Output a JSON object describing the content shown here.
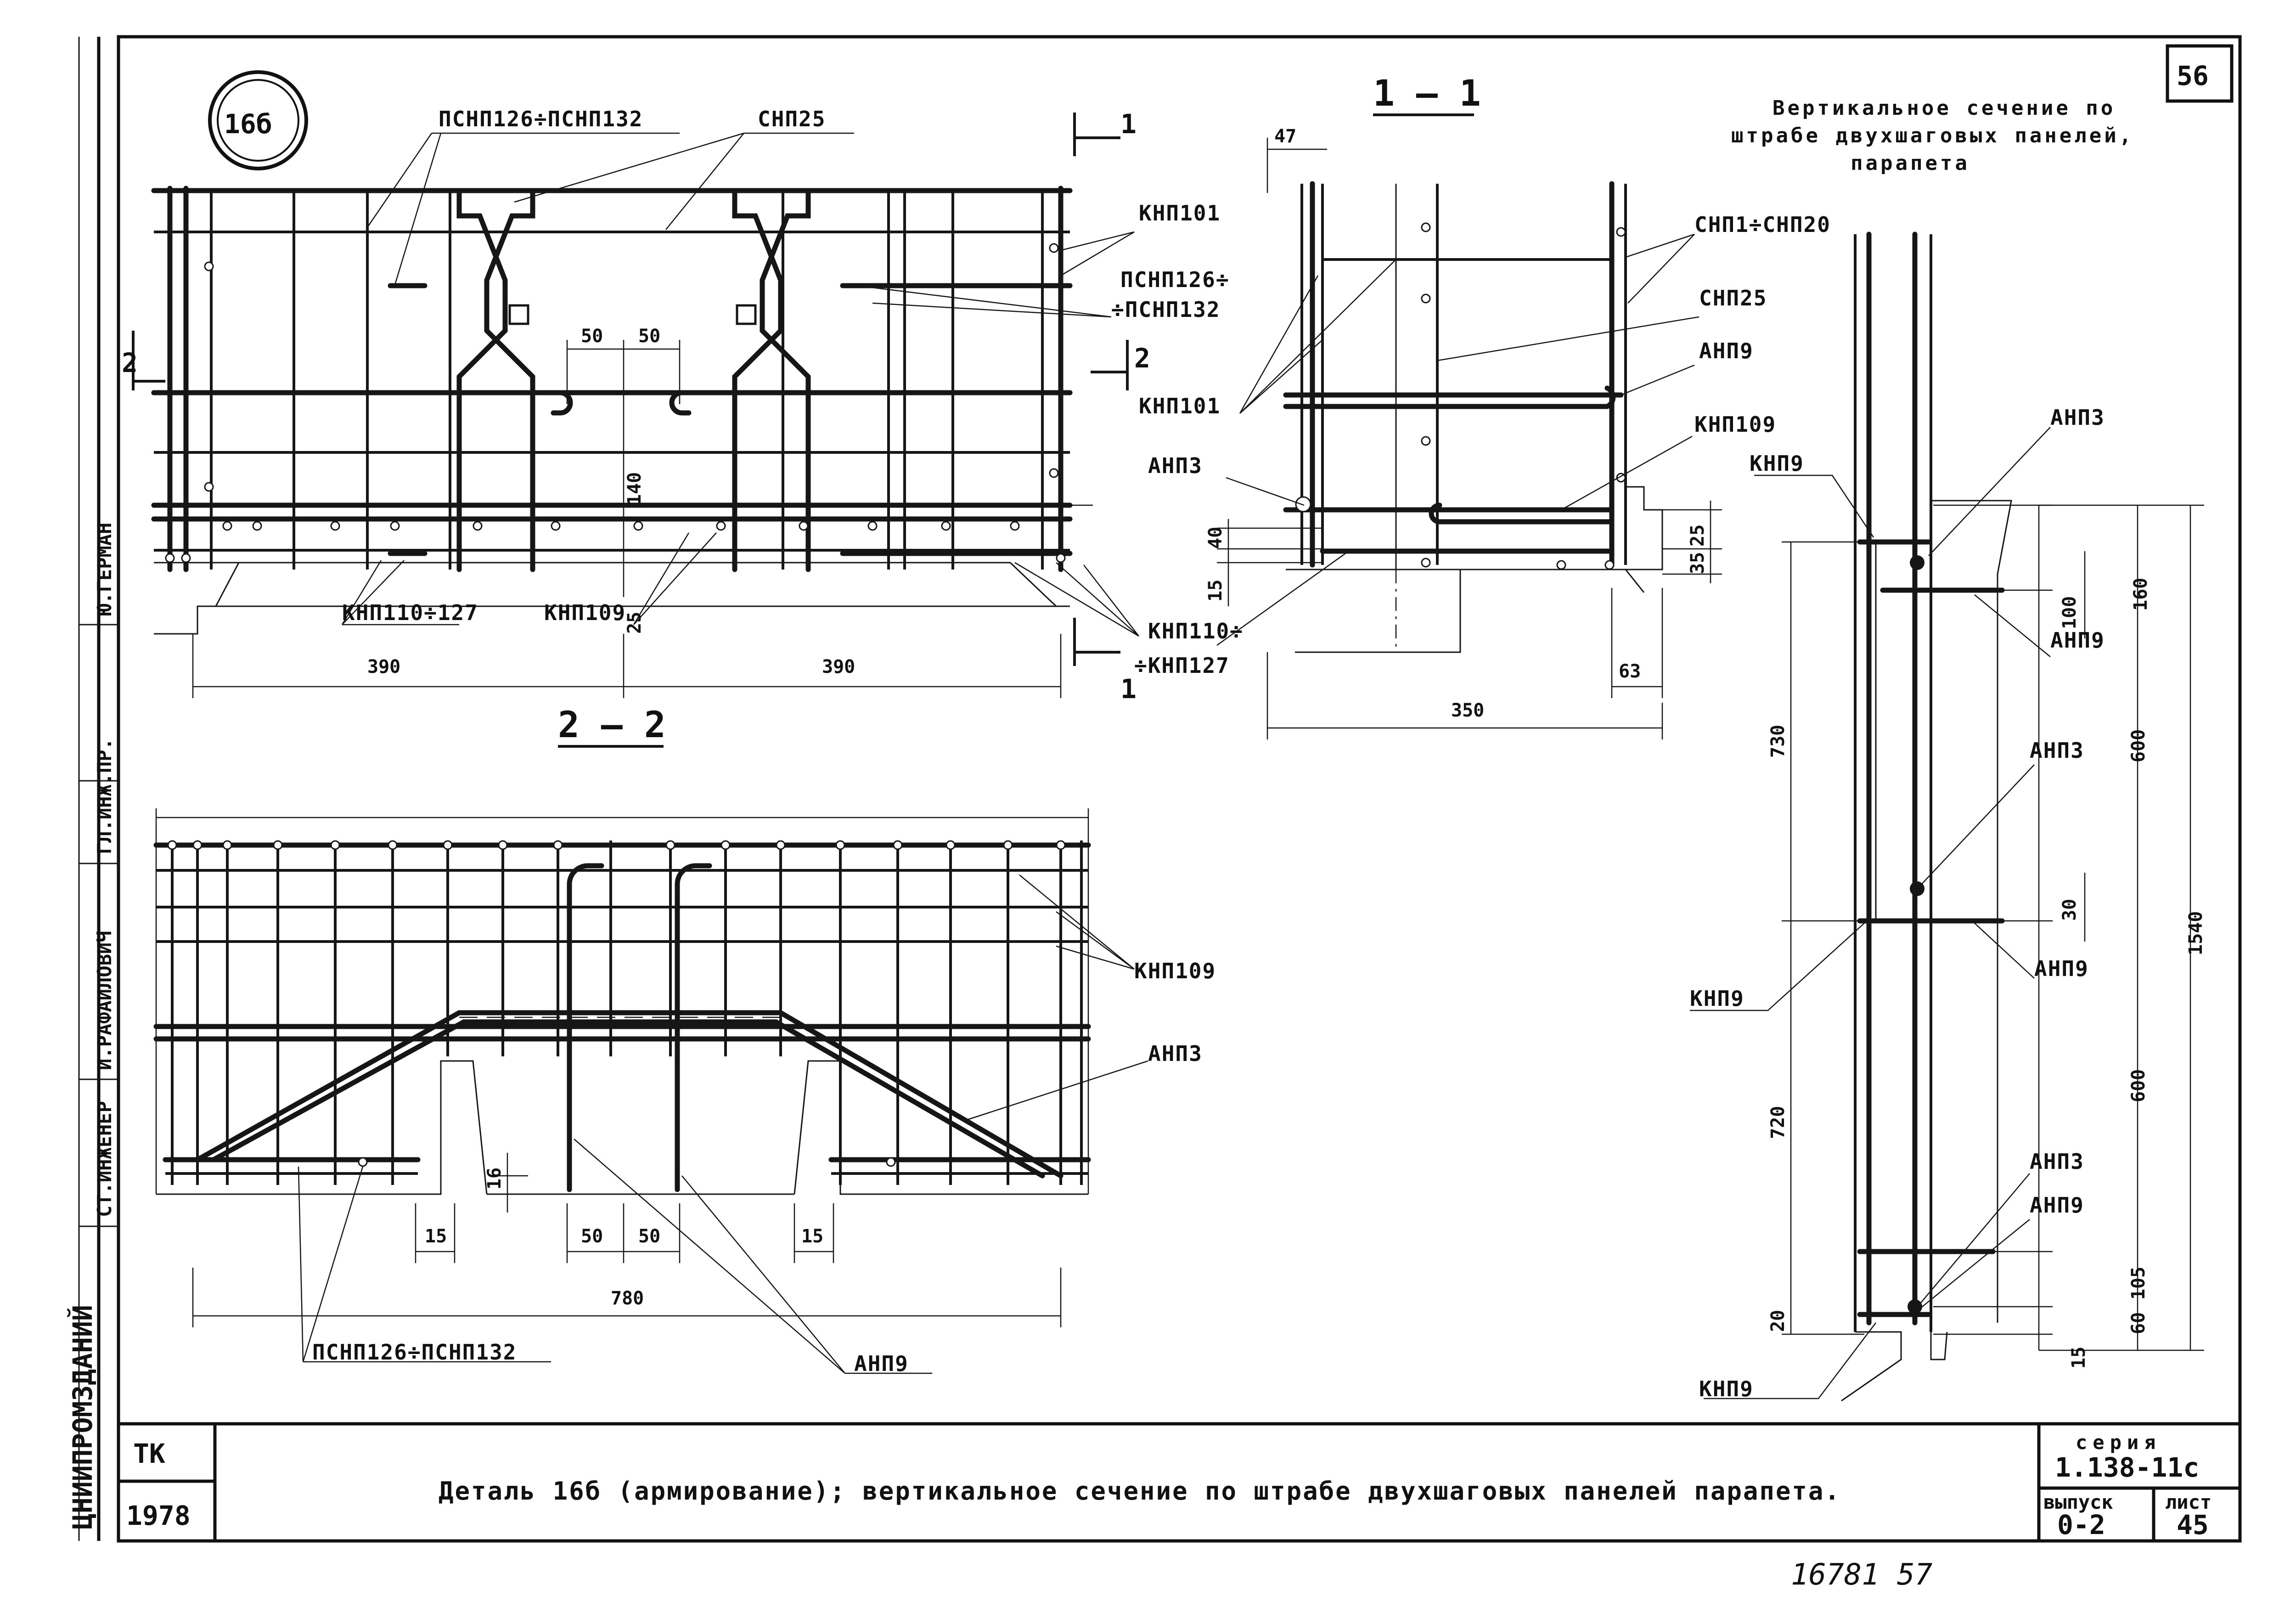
{
  "sheet": {
    "detail_badge": "16б",
    "sheet_number": "56",
    "section_1_1": "1 — 1",
    "section_2_2": "2 — 2",
    "cut_1_top": "1",
    "cut_1_bottom": "1",
    "cut_2_left": "2",
    "cut_2_right": "2",
    "vertical_section_title": [
      "Вертикальное сечение по",
      "штрабе двухшаговых панелей,",
      "парапета"
    ],
    "footer_title": "Деталь 16б (армирование); вертикальное сечение по штрабе двухшаговых панелей парапета.",
    "stamp": {
      "tk": "ТК",
      "year": "1978",
      "seriya_label": "серия",
      "seriya_value": "1.138-11с",
      "vypusk_label": "выпуск",
      "vypusk_value": "0-2",
      "list_label": "лист",
      "list_value": "45"
    },
    "org_name": "ЦНИИПРОМЗДАНИЙ",
    "signatures": [
      "Ю.ГЕРМАН",
      "ГЛ.ИНЖ.ПР.",
      "И.РАФАИЛОВИЧ",
      "СТ.ИНЖЕНЕР"
    ],
    "handwritten_number": "16781  57"
  },
  "labels": {
    "pshnp126_132_a": "ПСНП126÷ПСНП132",
    "snp25_a": "СНП25",
    "knp101_a": "КНП101",
    "pshnp126_b1": "ПСНП126÷",
    "pshnp126_b2": "÷ПСНП132",
    "knp101_b": "КНП101",
    "anp3_a": "АНП3",
    "knp110_127_a": "КНП110÷127",
    "knp109_a": "КНП109",
    "knp110_b1": "КНП110÷",
    "knp110_b2": "÷КНП127",
    "snp1_20": "СНП1÷СНП20",
    "snp25_b": "СНП25",
    "anp9_b": "АНП9",
    "knp109_b": "КНП109",
    "knp109_c": "КНП109",
    "anp3_c": "АНП3",
    "pshnp126_132_c": "ПСНП126÷ПСНП132",
    "anp9_c": "АНП9",
    "knp9_1": "КНП9",
    "anp3_d1": "АНП3",
    "anp9_d1": "АНП9",
    "anp3_d2": "АНП3",
    "anp9_d2": "АНП9",
    "knp9_2": "КНП9",
    "anp3_d3": "АНП3",
    "anp9_d3": "АНП9",
    "knp9_3": "КНП9"
  },
  "dims": {
    "d50a": "50",
    "d50b": "50",
    "d140": "140",
    "d25a": "25",
    "d390a": "390",
    "d390b": "390",
    "d47": "47",
    "d40": "40",
    "d15a": "15",
    "d25b": "25",
    "d35": "35",
    "d63": "63",
    "d350": "350",
    "d16": "16",
    "d15b": "15",
    "d50c": "50",
    "d50d": "50",
    "d15c": "15",
    "d780": "780",
    "d160": "160",
    "d100": "100",
    "d600a": "600",
    "d730": "730",
    "d30": "30",
    "d1540": "1540",
    "d600b": "600",
    "d720": "720",
    "d105": "105",
    "d60": "60",
    "d20": "20",
    "d15d": "15"
  }
}
